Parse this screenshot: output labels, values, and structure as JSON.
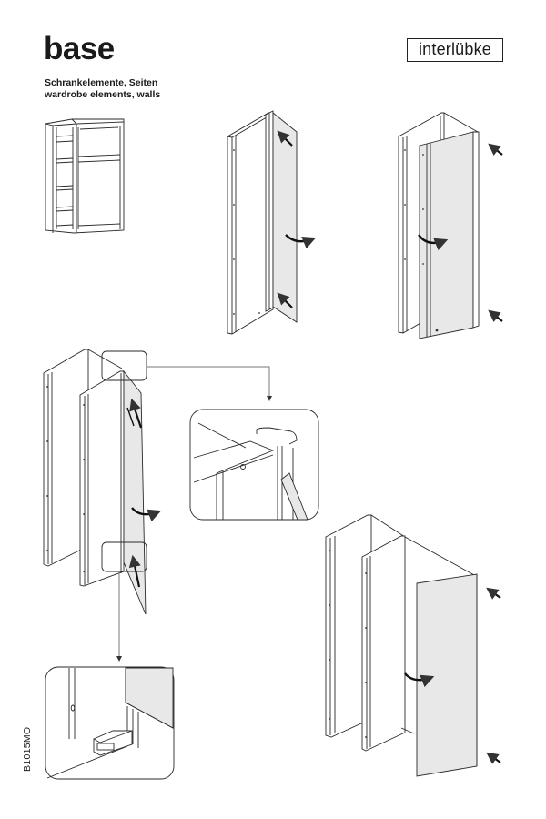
{
  "header": {
    "title": "base",
    "subtitle_de": "Schrankelemente, Seiten",
    "subtitle_en": "wardrobe elements, walls",
    "brand": "interlübke"
  },
  "footer": {
    "document_code": "B1015MO"
  },
  "figures": [
    {
      "id": "overview",
      "description": "wardrobe-overview-drawing"
    },
    {
      "id": "step-1",
      "description": "attach-side-wall-to-element",
      "icons": [
        "push-arrow-icon",
        "push-arrow-icon",
        "rotate-arrow-icon"
      ]
    },
    {
      "id": "step-2",
      "description": "side-wall-swung-into-place",
      "icons": [
        "push-arrow-icon",
        "push-arrow-icon",
        "rotate-arrow-icon"
      ]
    },
    {
      "id": "step-3",
      "description": "insert-inner-wall-between-elements",
      "icons": [
        "push-arrow-icon",
        "push-arrow-icon",
        "rotate-arrow-icon"
      ],
      "details": [
        "detail-top-bracket",
        "detail-bottom-clip"
      ]
    },
    {
      "id": "step-4",
      "description": "attach-end-wall",
      "icons": [
        "push-arrow-icon",
        "push-arrow-icon",
        "rotate-arrow-icon"
      ]
    }
  ]
}
